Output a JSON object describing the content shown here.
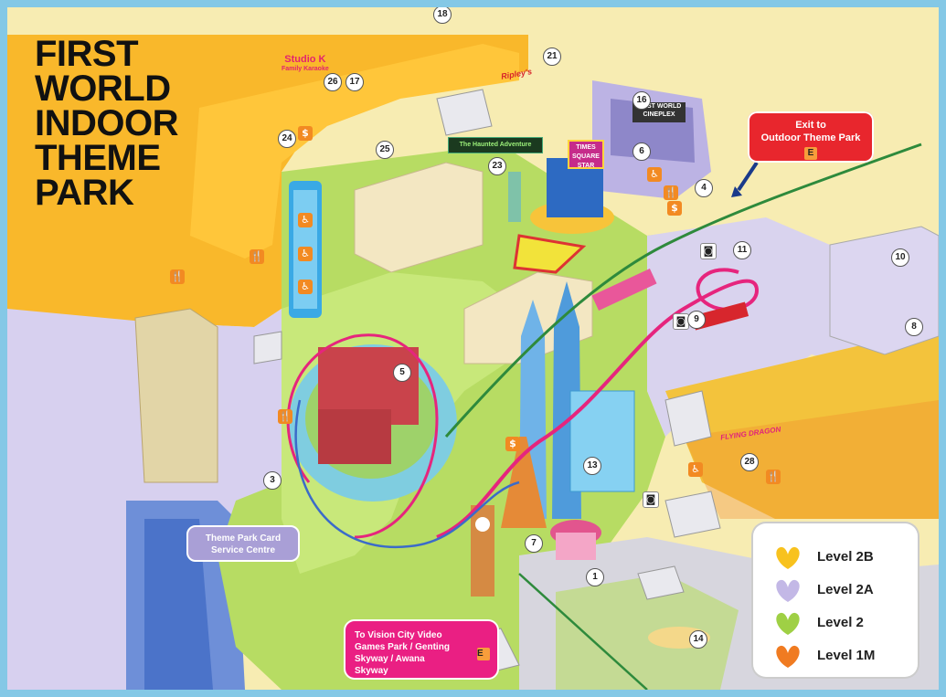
{
  "title_lines": [
    "FIRST",
    "WORLD",
    "INDOOR",
    "THEME",
    "PARK"
  ],
  "exit_box": {
    "line1": "Exit to",
    "line2": "Outdoor Theme Park",
    "badge": "E"
  },
  "theme_card": {
    "line1": "Theme Park Card",
    "line2": "Service Centre"
  },
  "vision_box": {
    "line1": "To Vision City Video",
    "line2": "Games Park / Genting",
    "line3": "Skyway / Awana",
    "line4": "Skyway",
    "badge": "E"
  },
  "attractions": {
    "studio_k": {
      "name": "Studio K",
      "sub": "Family Karaoke"
    },
    "haunted": "The Haunted Adventure",
    "ripleys": "Ripley's",
    "times_square": "TIMES SQUARE STAR",
    "cineplex": "FIRST WORLD CINEPLEX",
    "flying_dragon": "FLYING DRAGON"
  },
  "markers": [
    "1",
    "3",
    "4",
    "5",
    "6",
    "7",
    "8",
    "9",
    "10",
    "11",
    "13",
    "14",
    "16",
    "17",
    "18",
    "21",
    "23",
    "24",
    "25",
    "26",
    "28"
  ],
  "legend": [
    {
      "label": "Level 2B",
      "color": "#f8c21e"
    },
    {
      "label": "Level 2A",
      "color": "#c3b8e6"
    },
    {
      "label": "Level 2",
      "color": "#9fd045"
    },
    {
      "label": "Level 1M",
      "color": "#f07b21"
    }
  ],
  "colors": {
    "level_2b": "#f9b82b",
    "level_2a": "#d7d0ef",
    "level_2": "#b7dc63",
    "level_1m": "#f08a2a",
    "track": "#e6257d",
    "exit_red": "#e8262d",
    "vision_pink": "#ea1f83",
    "card_purple": "#a99fd6"
  },
  "icons": {
    "restroom": "restroom-icon",
    "food": "food-icon",
    "money": "money-changer-icon",
    "info": "information-icon",
    "escalator": "escalator-icon",
    "camera": "photo-icon"
  },
  "icon_glyphs": {
    "food": "🍴",
    "restroom": "♿",
    "money": "$",
    "camera": "◙"
  }
}
